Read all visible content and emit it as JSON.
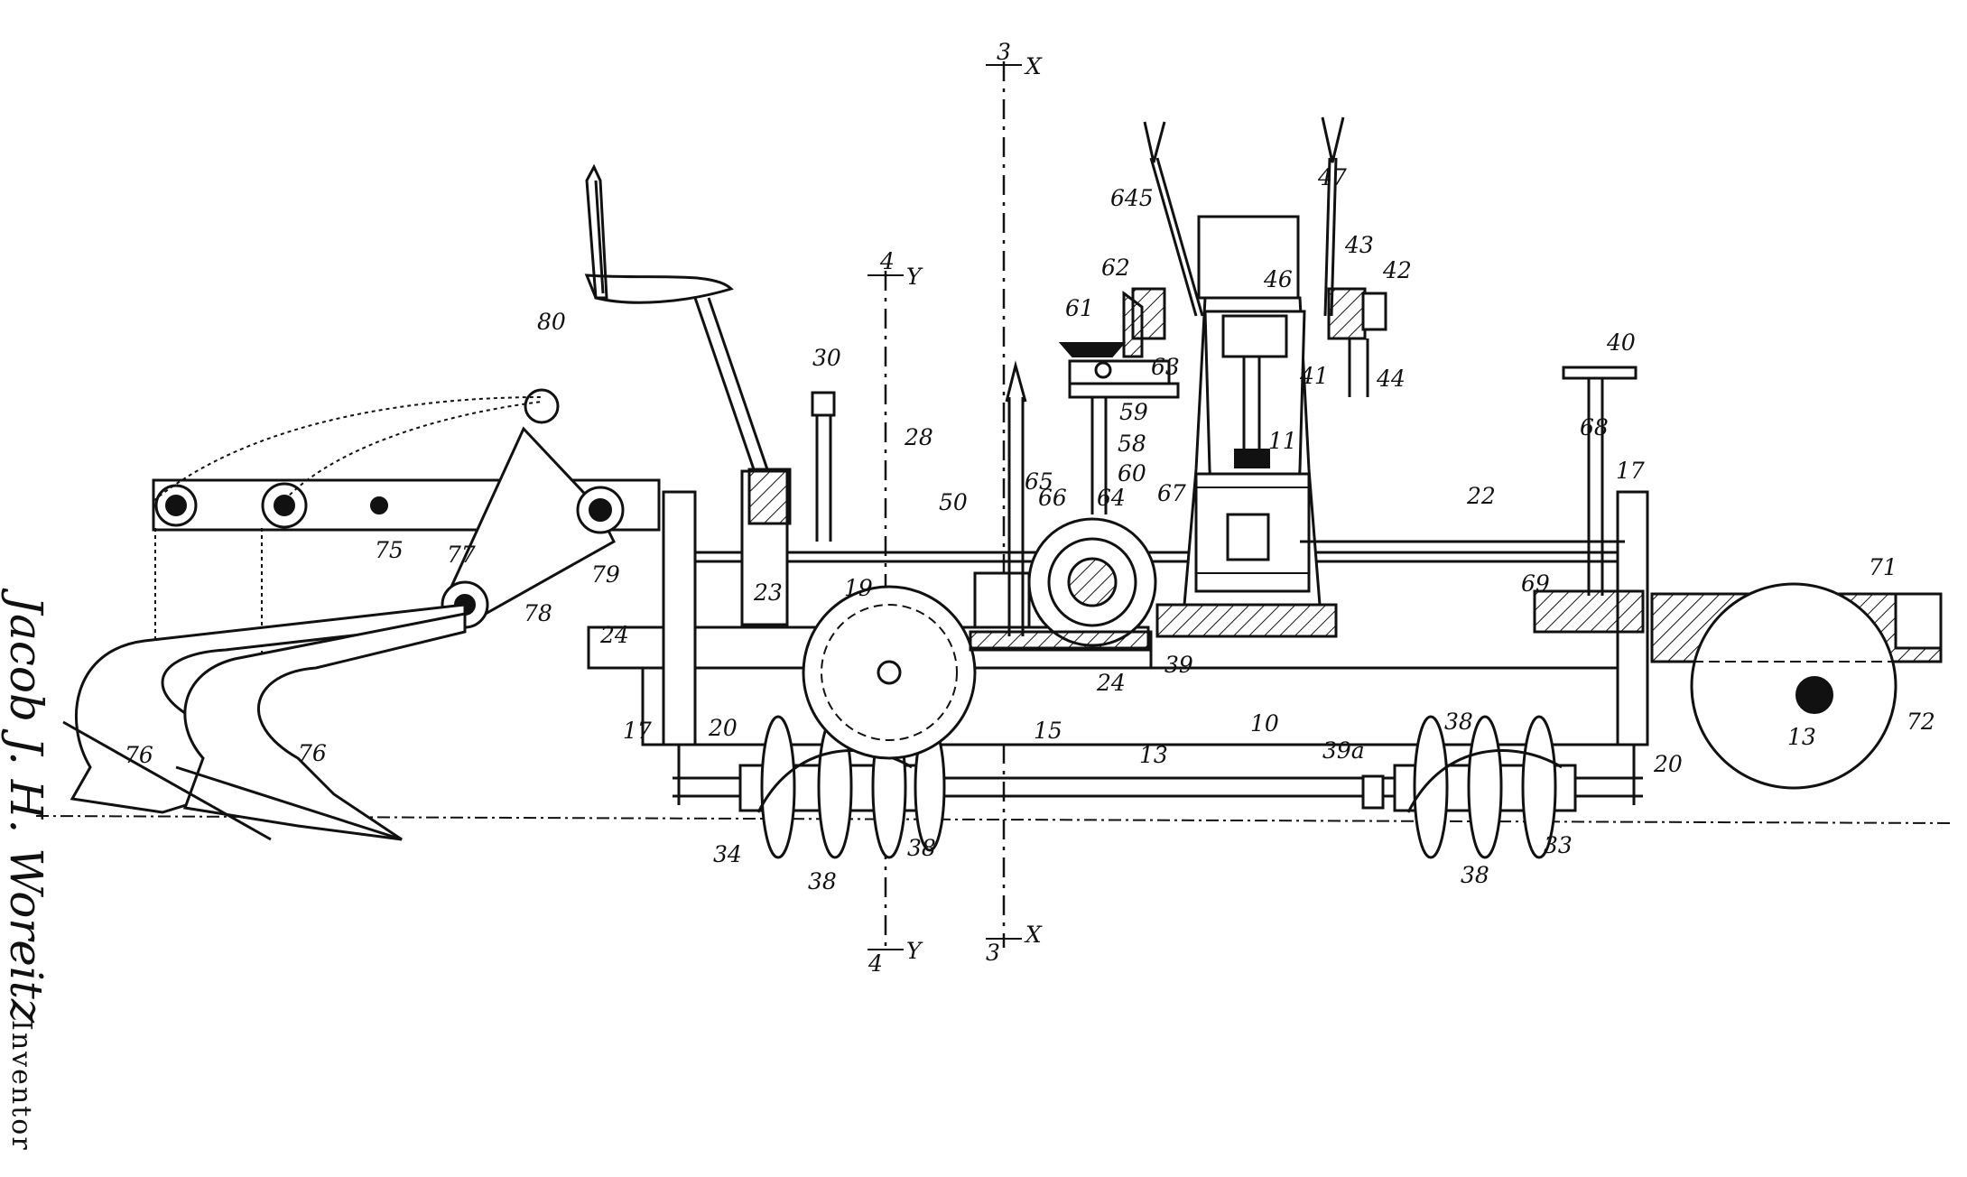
{
  "figure": {
    "section_marks": {
      "x_top_num": "3",
      "x_top_letter": "X",
      "x_bottom_num": "3",
      "x_bottom_letter": "X",
      "y_top_num": "4",
      "y_top_letter": "Y",
      "y_bottom_num": "4",
      "y_bottom_letter": "Y"
    },
    "labels": {
      "l10": "10",
      "l11": "11",
      "l13a": "13",
      "l13b": "13",
      "l15": "15",
      "l17a": "17",
      "l17b": "17",
      "l19": "19",
      "l20a": "20",
      "l20b": "20",
      "l22": "22",
      "l23": "23",
      "l24a": "24",
      "l24b": "24",
      "l28": "28",
      "l30": "30",
      "l33": "33",
      "l34": "34",
      "l38a": "38",
      "l38b": "38",
      "l38c": "38",
      "l38d": "38",
      "l39": "39",
      "l39a": "39a",
      "l40": "40",
      "l41": "41",
      "l42": "42",
      "l43": "43",
      "l44": "44",
      "l46": "46",
      "l47": "47",
      "l50": "50",
      "l58": "58",
      "l59": "59",
      "l60": "60",
      "l61": "61",
      "l62": "62",
      "l63": "63",
      "l64": "64",
      "l65": "65",
      "l66": "66",
      "l67": "67",
      "l68": "68",
      "l69": "69",
      "l71": "71",
      "l72": "72",
      "l75": "75",
      "l76a": "76",
      "l76b": "76",
      "l77": "77",
      "l78": "78",
      "l79": "79",
      "l80": "80",
      "l645": "645"
    },
    "signature": "Jacob J. H. Woreitz",
    "inventor_caption": "Inventor"
  }
}
